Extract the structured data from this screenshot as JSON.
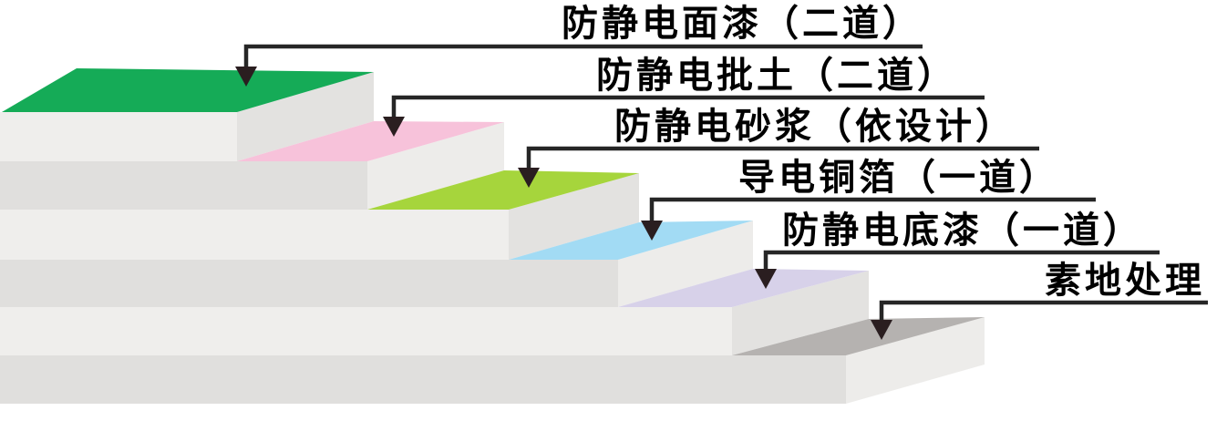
{
  "diagram": {
    "description_layers_top_to_bottom": "anti-static flooring system cross-section, stepped slabs",
    "layers": [
      {
        "label": "防静电面漆（二道）",
        "color": "#15AB57"
      },
      {
        "label": "防静电批土（二道）",
        "color": "#F7C2DA"
      },
      {
        "label": "防静电砂浆（依设计）",
        "color": "#A6D53C"
      },
      {
        "label": "导电铜箔（一道）",
        "color": "#A2DBF4"
      },
      {
        "label": "防静电底漆（一道）",
        "color": "#D7D1E9"
      },
      {
        "label": "素地处理",
        "color": "#B5B2B0"
      }
    ]
  },
  "palette": {
    "front_light": "#EFEEEC",
    "front_dark": "#E0DFDD",
    "side_on_light": "#E3E2E0",
    "side_on_dark": "#EDECEA",
    "line": "#262626",
    "arrow": "#2A1E20",
    "background": "#FFFFFF",
    "text": "#000000"
  }
}
